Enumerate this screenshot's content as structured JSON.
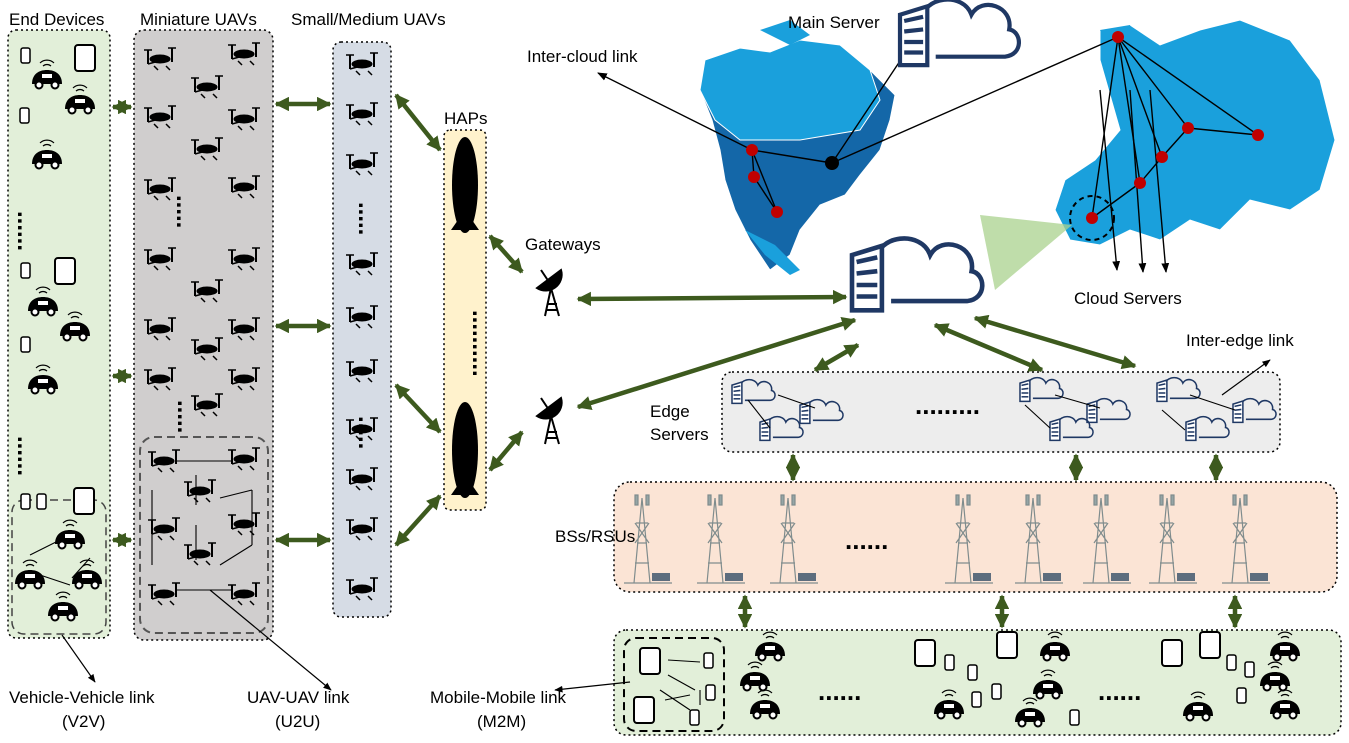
{
  "labels": {
    "end_devices": "End Devices",
    "miniature_uavs": "Miniature UAVs",
    "small_medium_uavs": "Small/Medium UAVs",
    "haps": "HAPs",
    "gateways": "Gateways",
    "main_server": "Main Server",
    "inter_cloud_link": "Inter-cloud link",
    "cloud_servers": "Cloud Servers",
    "inter_edge_link": "Inter-edge link",
    "edge_servers_line1": "Edge",
    "edge_servers_line2": "Servers",
    "bss_rsus": "BSs/RSUs",
    "v2v_line1": "Vehicle-Vehicle link",
    "v2v_line2": "(V2V)",
    "u2u_line1": "UAV-UAV link",
    "u2u_line2": "(U2U)",
    "m2m_line1": "Mobile-Mobile link",
    "m2m_line2": "(M2M)"
  },
  "colors": {
    "end_device_panel": "#e2efd9",
    "miniature_uav_panel": "#d0cece",
    "small_uav_panel": "#d6dce5",
    "hap_panel": "#fff2cc",
    "edge_panel": "#ededed",
    "bs_panel": "#fbe4d5",
    "mobile_panel": "#e2efd9",
    "arrow": "#3d5a1e",
    "map": "#1aa0dc",
    "map_dark": "#1467a8",
    "server": "#1f3864",
    "node": "#c00000"
  },
  "icons": {
    "uav": "drone-icon",
    "hap": "balloon-icon",
    "gateway": "satellite-dish-icon",
    "server": "server-cloud-icon",
    "tower": "cell-tower-icon",
    "car": "connected-car-icon",
    "phone": "phone-icon",
    "tablet": "tablet-icon"
  }
}
